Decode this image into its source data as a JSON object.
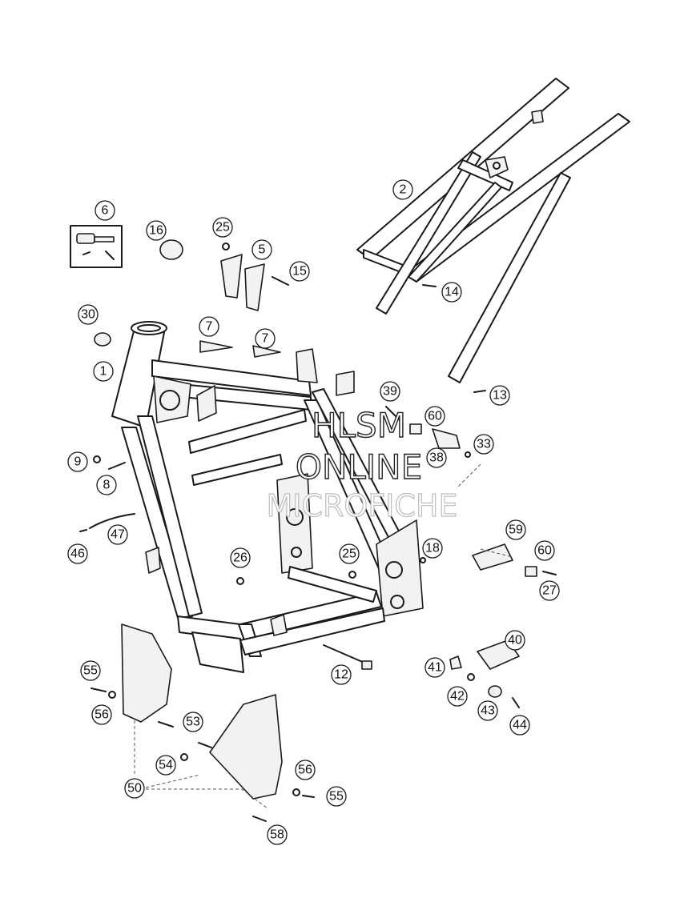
{
  "diagram": {
    "type": "exploded-parts-diagram",
    "callouts": [
      {
        "id": "c1",
        "label": "1"
      },
      {
        "id": "c2",
        "label": "2"
      },
      {
        "id": "c5",
        "label": "5"
      },
      {
        "id": "c6",
        "label": "6"
      },
      {
        "id": "c7a",
        "label": "7"
      },
      {
        "id": "c7b",
        "label": "7"
      },
      {
        "id": "c8",
        "label": "8"
      },
      {
        "id": "c9",
        "label": "9"
      },
      {
        "id": "c12",
        "label": "12"
      },
      {
        "id": "c13",
        "label": "13"
      },
      {
        "id": "c14",
        "label": "14"
      },
      {
        "id": "c15",
        "label": "15"
      },
      {
        "id": "c16",
        "label": "16"
      },
      {
        "id": "c18",
        "label": "18"
      },
      {
        "id": "c25a",
        "label": "25"
      },
      {
        "id": "c25b",
        "label": "25"
      },
      {
        "id": "c26",
        "label": "26"
      },
      {
        "id": "c27",
        "label": "27"
      },
      {
        "id": "c30",
        "label": "30"
      },
      {
        "id": "c33",
        "label": "33"
      },
      {
        "id": "c38",
        "label": "38"
      },
      {
        "id": "c39",
        "label": "39"
      },
      {
        "id": "c40",
        "label": "40"
      },
      {
        "id": "c41",
        "label": "41"
      },
      {
        "id": "c42",
        "label": "42"
      },
      {
        "id": "c43",
        "label": "43"
      },
      {
        "id": "c44",
        "label": "44"
      },
      {
        "id": "c46",
        "label": "46"
      },
      {
        "id": "c47",
        "label": "47"
      },
      {
        "id": "c50",
        "label": "50"
      },
      {
        "id": "c53",
        "label": "53"
      },
      {
        "id": "c54",
        "label": "54"
      },
      {
        "id": "c55a",
        "label": "55"
      },
      {
        "id": "c55b",
        "label": "55"
      },
      {
        "id": "c56a",
        "label": "56"
      },
      {
        "id": "c56b",
        "label": "56"
      },
      {
        "id": "c58",
        "label": "58"
      },
      {
        "id": "c59",
        "label": "59"
      },
      {
        "id": "c60a",
        "label": "60"
      },
      {
        "id": "c60b",
        "label": "60"
      }
    ]
  },
  "watermark": {
    "line1": "HLSM",
    "line2": "ONLINE",
    "line3": "MICROFICHE"
  }
}
